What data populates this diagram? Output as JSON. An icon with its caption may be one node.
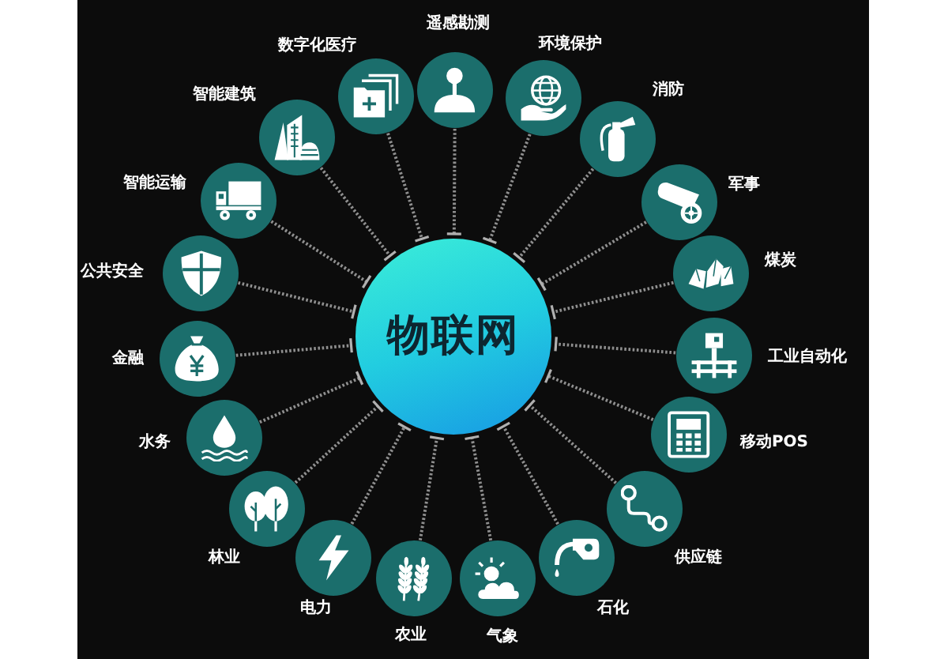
{
  "diagram": {
    "nodes": [
      {
        "text": [
          "物联网"
        ]
      },
      {
        "text": [],
        "shape": "circle",
        "beside": [
          "遥感勘测"
        ]
      },
      {
        "text": [],
        "shape": "circle",
        "beside": [
          "环境保护"
        ]
      },
      {
        "text": [],
        "shape": "circle",
        "beside": [
          "消防"
        ]
      },
      {
        "text": [],
        "shape": "circle",
        "beside": [
          "军事"
        ]
      },
      {
        "text": [],
        "shape": "circle",
        "beside": [
          "煤炭"
        ]
      },
      {
        "text": [],
        "shape": "circle",
        "beside": [
          "工业自动化"
        ]
      },
      {
        "text": [],
        "shape": "circle",
        "beside": [
          "移动POS"
        ]
      },
      {
        "text": [],
        "shape": "circle",
        "beside": [
          "供应链"
        ]
      },
      {
        "text": [],
        "shape": "circle",
        "beside": [
          "石化"
        ]
      },
      {
        "text": [],
        "shape": "circle",
        "beside": [
          "气象"
        ]
      },
      {
        "text": [],
        "shape": "circle",
        "beside": [
          "农业"
        ]
      },
      {
        "text": [],
        "shape": "circle",
        "beside": [
          "电力"
        ]
      },
      {
        "text": [],
        "shape": "circle",
        "beside": [
          "林业"
        ]
      },
      {
        "text": [],
        "shape": "circle",
        "beside": [
          "水务"
        ]
      },
      {
        "text": [],
        "shape": "circle",
        "beside": [
          "金融"
        ]
      },
      {
        "text": [],
        "shape": "circle",
        "beside": [
          "公共安全"
        ]
      },
      {
        "text": [],
        "shape": "circle",
        "beside": [
          "智能运输"
        ]
      },
      {
        "text": [],
        "shape": "circle",
        "beside": [
          "智能建筑"
        ]
      },
      {
        "text": [],
        "shape": "circle",
        "beside": [
          "数字化医疗"
        ]
      }
    ],
    "edges": [
      {
        "from": 1,
        "to": 0,
        "arrow": "other",
        "style": "dashed"
      },
      {
        "from": 2,
        "to": 0,
        "arrow": "other",
        "style": "dashed"
      },
      {
        "from": 3,
        "to": 0,
        "arrow": "other",
        "style": "dashed"
      },
      {
        "from": 4,
        "to": 0,
        "arrow": "other",
        "style": "dashed"
      },
      {
        "from": 5,
        "to": 0,
        "arrow": "other",
        "style": "dashed"
      },
      {
        "from": 6,
        "to": 0,
        "arrow": "other",
        "style": "dashed"
      },
      {
        "from": 7,
        "to": 0,
        "arrow": "other",
        "style": "dashed"
      },
      {
        "from": 8,
        "to": 0,
        "arrow": "other",
        "style": "dashed"
      },
      {
        "from": 9,
        "to": 0,
        "arrow": "other",
        "style": "dashed"
      },
      {
        "from": 10,
        "to": 0,
        "arrow": "other",
        "style": "dashed"
      },
      {
        "from": 11,
        "to": 0,
        "arrow": "other",
        "style": "dashed"
      },
      {
        "from": 12,
        "to": 0,
        "arrow": "other",
        "style": "dashed"
      },
      {
        "from": 13,
        "to": 0,
        "arrow": "other",
        "style": "dashed"
      },
      {
        "from": 14,
        "to": 0,
        "arrow": "other",
        "style": "dashed"
      },
      {
        "from": 15,
        "to": 0,
        "arrow": "other",
        "style": "dashed"
      },
      {
        "from": 16,
        "to": 0,
        "arrow": "other",
        "style": "dashed"
      },
      {
        "from": 17,
        "to": 0,
        "arrow": "other",
        "style": "dashed"
      },
      {
        "from": 18,
        "to": 0,
        "arrow": "other",
        "style": "dashed"
      },
      {
        "from": 19,
        "to": 0,
        "arrow": "other",
        "style": "dashed"
      }
    ]
  }
}
